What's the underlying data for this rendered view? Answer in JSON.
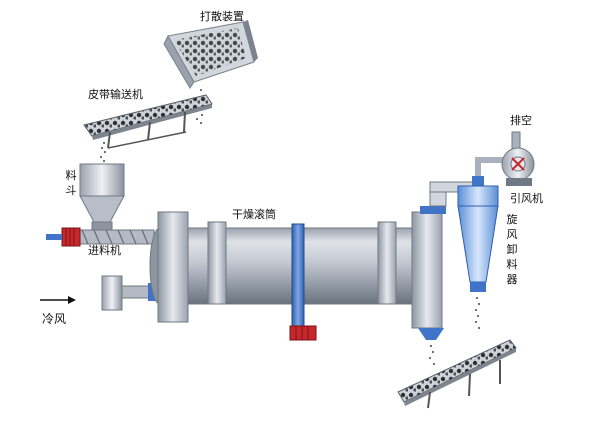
{
  "labels": {
    "scatter_device": "打散装置",
    "belt_conveyor": "皮带输送机",
    "material": "料斗",
    "feeder": "进料机",
    "drum": "干燥滚筒",
    "exhaust": "排空",
    "fan": "引风机",
    "cyclone": "旋风卸料器",
    "cold_air": "冷风"
  },
  "colors": {
    "metal_light": "#e4e8ee",
    "metal_mid": "#a9b1bc",
    "metal_dark": "#6f7885",
    "accent_blue": "#3f74c9",
    "accent_red": "#c8282c",
    "belt_dark": "#3a3f46"
  }
}
